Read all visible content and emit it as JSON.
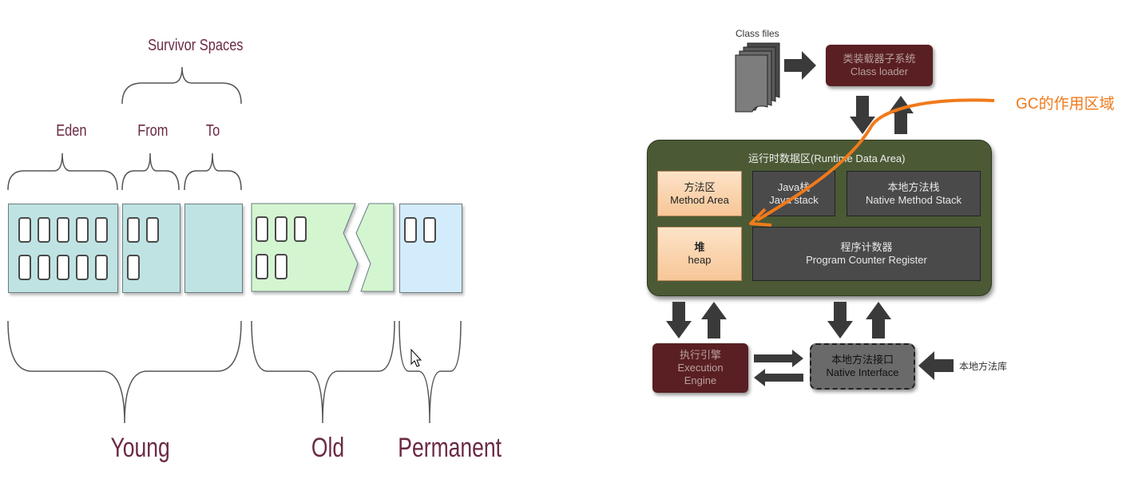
{
  "heap_generations": {
    "survivor_spaces": "Survivor Spaces",
    "eden": "Eden",
    "from": "From",
    "to": "To",
    "young": "Young",
    "old": "Old",
    "permanent": "Permanent"
  },
  "jvm_architecture": {
    "class_files": "Class files",
    "class_loader_cn": "类装载器子系统",
    "class_loader_en": "Class loader",
    "gc_label": "GC的作用区域",
    "runtime_area": "运行时数据区(Runtime Data Area)",
    "method_area_cn": "方法区",
    "method_area_en": "Method Area",
    "java_stack_cn": "Java栈",
    "java_stack_en": "Java stack",
    "native_stack_cn": "本地方法栈",
    "native_stack_en": "Native Method Stack",
    "heap_cn": "堆",
    "heap_en": "heap",
    "pc_cn": "程序计数器",
    "pc_en": "Program Counter Register",
    "exec_cn": "执行引擎",
    "exec_en1": "Execution",
    "exec_en2": "Engine",
    "native_if_cn": "本地方法接口",
    "native_if_en": "Native Interface",
    "native_lib": "本地方法库"
  },
  "colors": {
    "label": "#6b2a45",
    "eden_fill": "#bfe3e3",
    "old_fill": "#d3f5d0",
    "perm_fill": "#d3ecfb",
    "runtime_bg": "#4b5a35",
    "gc_orange": "#f07a1a"
  }
}
